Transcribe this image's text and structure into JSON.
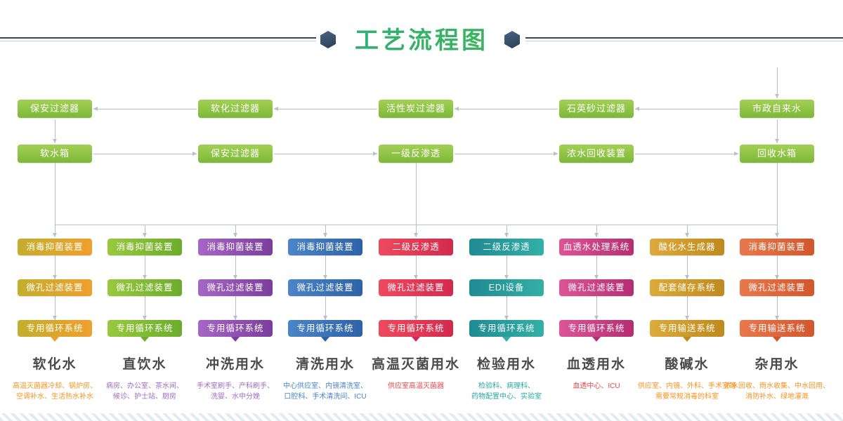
{
  "page": {
    "title": "工艺流程图"
  },
  "theme": {
    "title_color_from": "#17a89e",
    "title_color_to": "#55bd33",
    "hexagon_color": "#2c3e53",
    "divider_line_color": "#33475e",
    "top_box_color_from": "#a3d054",
    "top_box_color_to": "#7db838",
    "arrow_color": "#b8bfc6"
  },
  "top_flow": {
    "row1": [
      "保安过滤器",
      "软化过滤器",
      "活性炭过滤器",
      "石英砂过滤器",
      "市政自来水"
    ],
    "row2": [
      "软水箱",
      "保安过滤器",
      "一级反渗透",
      "浓水回收装置",
      "回收水箱"
    ]
  },
  "columns": [
    {
      "boxes": [
        "消毒抑菌装置",
        "微孔过滤装置"
      ],
      "tag": "专用循环系统",
      "title": "软化水",
      "desc_lines": [
        "高温灭菌器冷却、锅炉房、",
        "空调补水、生活热水补水"
      ],
      "color_from": "#c3ae2e",
      "color_to": "#f09f2c",
      "desc_color": "#f7931e"
    },
    {
      "boxes": [
        "消毒抑菌装置",
        "微孔过滤装置"
      ],
      "tag": "专用循环系统",
      "title": "直饮水",
      "desc_lines": [
        "病房、办公室、茶水间、",
        "候诊、护士站、厨房"
      ],
      "color_from": "#98c93e",
      "color_to": "#6cac2b",
      "desc_color": "#a06cc0"
    },
    {
      "boxes": [
        "消毒抑菌装置",
        "微孔过滤装置"
      ],
      "tag": "专用循环系统",
      "title": "冲洗用水",
      "desc_lines": [
        "手术室刷手、产科刷手、",
        "洗婴、水中分娩"
      ],
      "color_from": "#a566c4",
      "color_to": "#7c3e9d",
      "desc_color": "#a06cc0"
    },
    {
      "boxes": [
        "消毒抑菌装置",
        "微孔过滤装置"
      ],
      "tag": "专用循环系统",
      "title": "清洗用水",
      "desc_lines": [
        "中心供应室、内镜清洗室、",
        "口腔科、手术清洗间、ICU"
      ],
      "color_from": "#4c85c7",
      "color_to": "#2e62a6",
      "desc_color": "#4a86c8"
    },
    {
      "boxes": [
        "二级反渗透",
        "微孔过滤装置"
      ],
      "tag": "专用循环系统",
      "title": "高温灭菌用水",
      "desc_lines": [
        "供应室高温灭菌器"
      ],
      "color_from": "#ee4a5e",
      "color_to": "#d22a4e",
      "desc_color": "#e8464b"
    },
    {
      "boxes": [
        "二级反渗透",
        "EDI设备"
      ],
      "tag": "专用循环系统",
      "title": "检验用水",
      "desc_lines": [
        "检验科、病理科、",
        "药物配置中心、实验室"
      ],
      "color_from": "#1f8b94",
      "color_to": "#33b0a5",
      "desc_color": "#2aa7a0"
    },
    {
      "boxes": [
        "血透水处理系统",
        "微孔过滤装置"
      ],
      "tag": "专用循环系统",
      "title": "血透用水",
      "desc_lines": [
        "血透中心、ICU"
      ],
      "color_from": "#dc5596",
      "color_to": "#b42e72",
      "desc_color": "#e8464b"
    },
    {
      "boxes": [
        "酸化水生成器",
        "配套储存系统"
      ],
      "tag": "专用输送系统",
      "title": "酸碱水",
      "desc_lines": [
        "供应室、内镜、外科、手术室等",
        "需要常规消毒的科室"
      ],
      "color_from": "#dcab3b",
      "color_to": "#bf891e",
      "desc_color": "#f7931e"
    },
    {
      "boxes": [
        "消毒抑菌装置",
        "微孔过滤装置"
      ],
      "tag": "专用输送系统",
      "title": "杂用水",
      "desc_lines": [
        "浓水回收、雨水收集、中水回用、",
        "消防补水、绿地灌溉"
      ],
      "color_from": "#e8794d",
      "color_to": "#d3562b",
      "desc_color": "#f7931e"
    }
  ]
}
